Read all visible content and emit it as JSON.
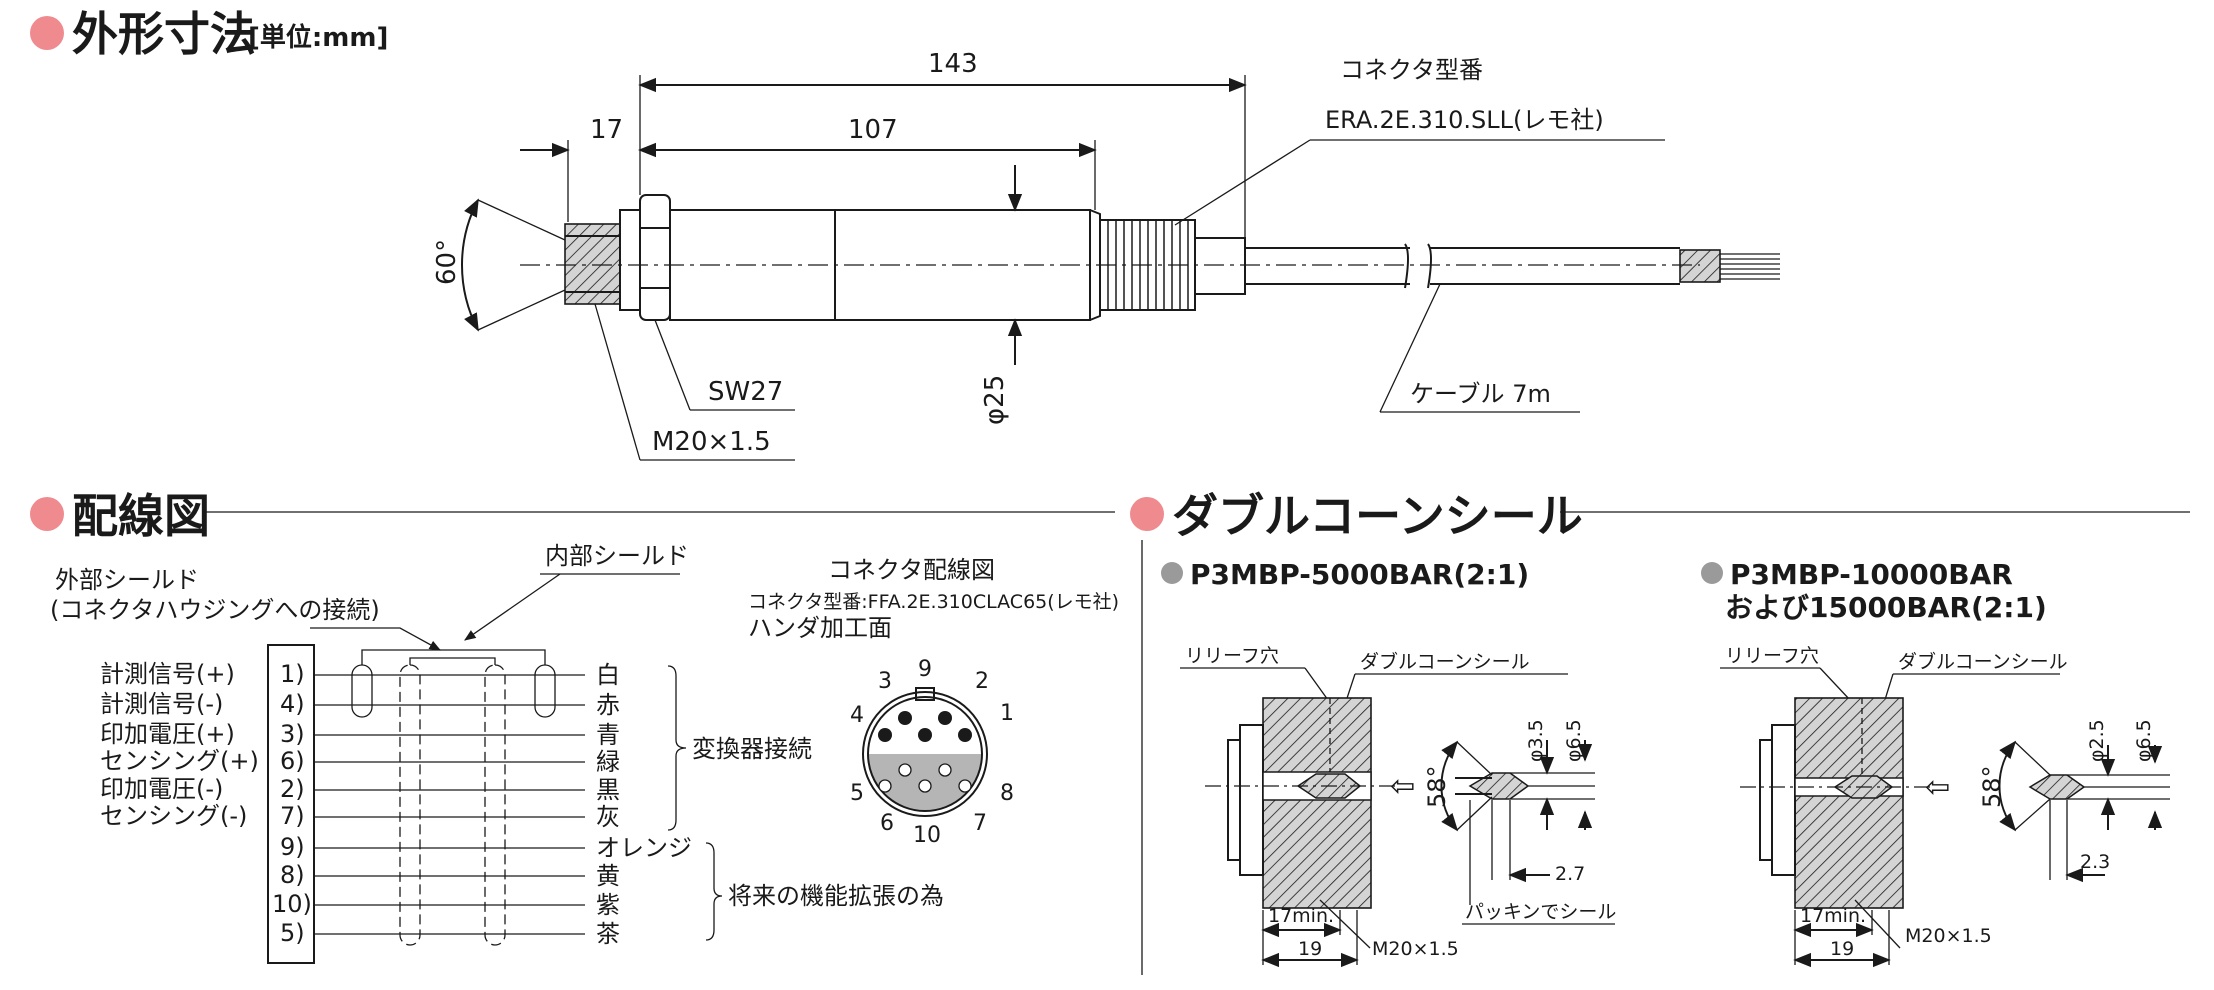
{
  "colors": {
    "bullet_pink": "#ef8a8f",
    "bullet_grey": "#9a9a9a",
    "ink": "#1a1a1a",
    "hatch_fill": "#c9c9c9"
  },
  "dimensions_section": {
    "title": "外形寸法",
    "unit": "[単位:mm]",
    "dim_overall": "143",
    "dim_body": "107",
    "dim_nut": "17",
    "angle": "60°",
    "connector_model_label": "コネクタ型番",
    "connector_model_value": "ERA.2E.310.SLL(レモ社)",
    "wrench": "SW27",
    "thread": "M20×1.5",
    "diameter": "φ25",
    "cable": "ケーブル 7m"
  },
  "wiring_section": {
    "title": "配線図",
    "outer_shield": "外部シールド",
    "outer_shield_note": "(コネクタハウジングへの接続)",
    "inner_shield": "内部シールド",
    "signals": [
      {
        "name": "計測信号(+)",
        "pin": "1)",
        "color": "白"
      },
      {
        "name": "計測信号(-)",
        "pin": "4)",
        "color": "赤"
      },
      {
        "name": "印加電圧(+)",
        "pin": "3)",
        "color": "青"
      },
      {
        "name": "センシング(+)",
        "pin": "6)",
        "color": "緑"
      },
      {
        "name": "印加電圧(-)",
        "pin": "2)",
        "color": "黒"
      },
      {
        "name": "センシング(-)",
        "pin": "7)",
        "color": "灰"
      },
      {
        "name": "",
        "pin": "9)",
        "color": "オレンジ"
      },
      {
        "name": "",
        "pin": "8)",
        "color": "黄"
      },
      {
        "name": "",
        "pin": "10)",
        "color": "紫"
      },
      {
        "name": "",
        "pin": "5)",
        "color": "茶"
      }
    ],
    "group_label_transducer": "変換器接続",
    "group_label_future": "将来の機能拡張の為",
    "connector_diagram_title": "コネクタ配線図",
    "connector_diagram_model": "コネクタ型番:FFA.2E.310CLAC65(レモ社)",
    "connector_diagram_face": "ハンダ加工面",
    "connector_pins": [
      "1",
      "2",
      "3",
      "4",
      "5",
      "6",
      "7",
      "8",
      "9",
      "10"
    ]
  },
  "seal_section": {
    "title": "ダブルコーンシール",
    "left": {
      "subtitle": "P3MBP-5000BAR(2:1)",
      "relief_hole": "リリーフ穴",
      "double_cone_seal": "ダブルコーンシール",
      "dia_inner": "φ3.5",
      "dia_outer": "φ6.5",
      "angle": "58°",
      "dim_a": "2.7",
      "packing": "パッキンでシール",
      "min_depth": "17min.",
      "depth": "19",
      "thread": "M20×1.5"
    },
    "right": {
      "subtitle_line1": "P3MBP-10000BAR",
      "subtitle_line2": "および15000BAR(2:1)",
      "relief_hole": "リリーフ穴",
      "double_cone_seal": "ダブルコーンシール",
      "dia_inner": "φ2.5",
      "dia_outer": "φ6.5",
      "angle": "58°",
      "dim_a": "2.3",
      "min_depth": "17min.",
      "depth": "19",
      "thread": "M20×1.5"
    }
  }
}
